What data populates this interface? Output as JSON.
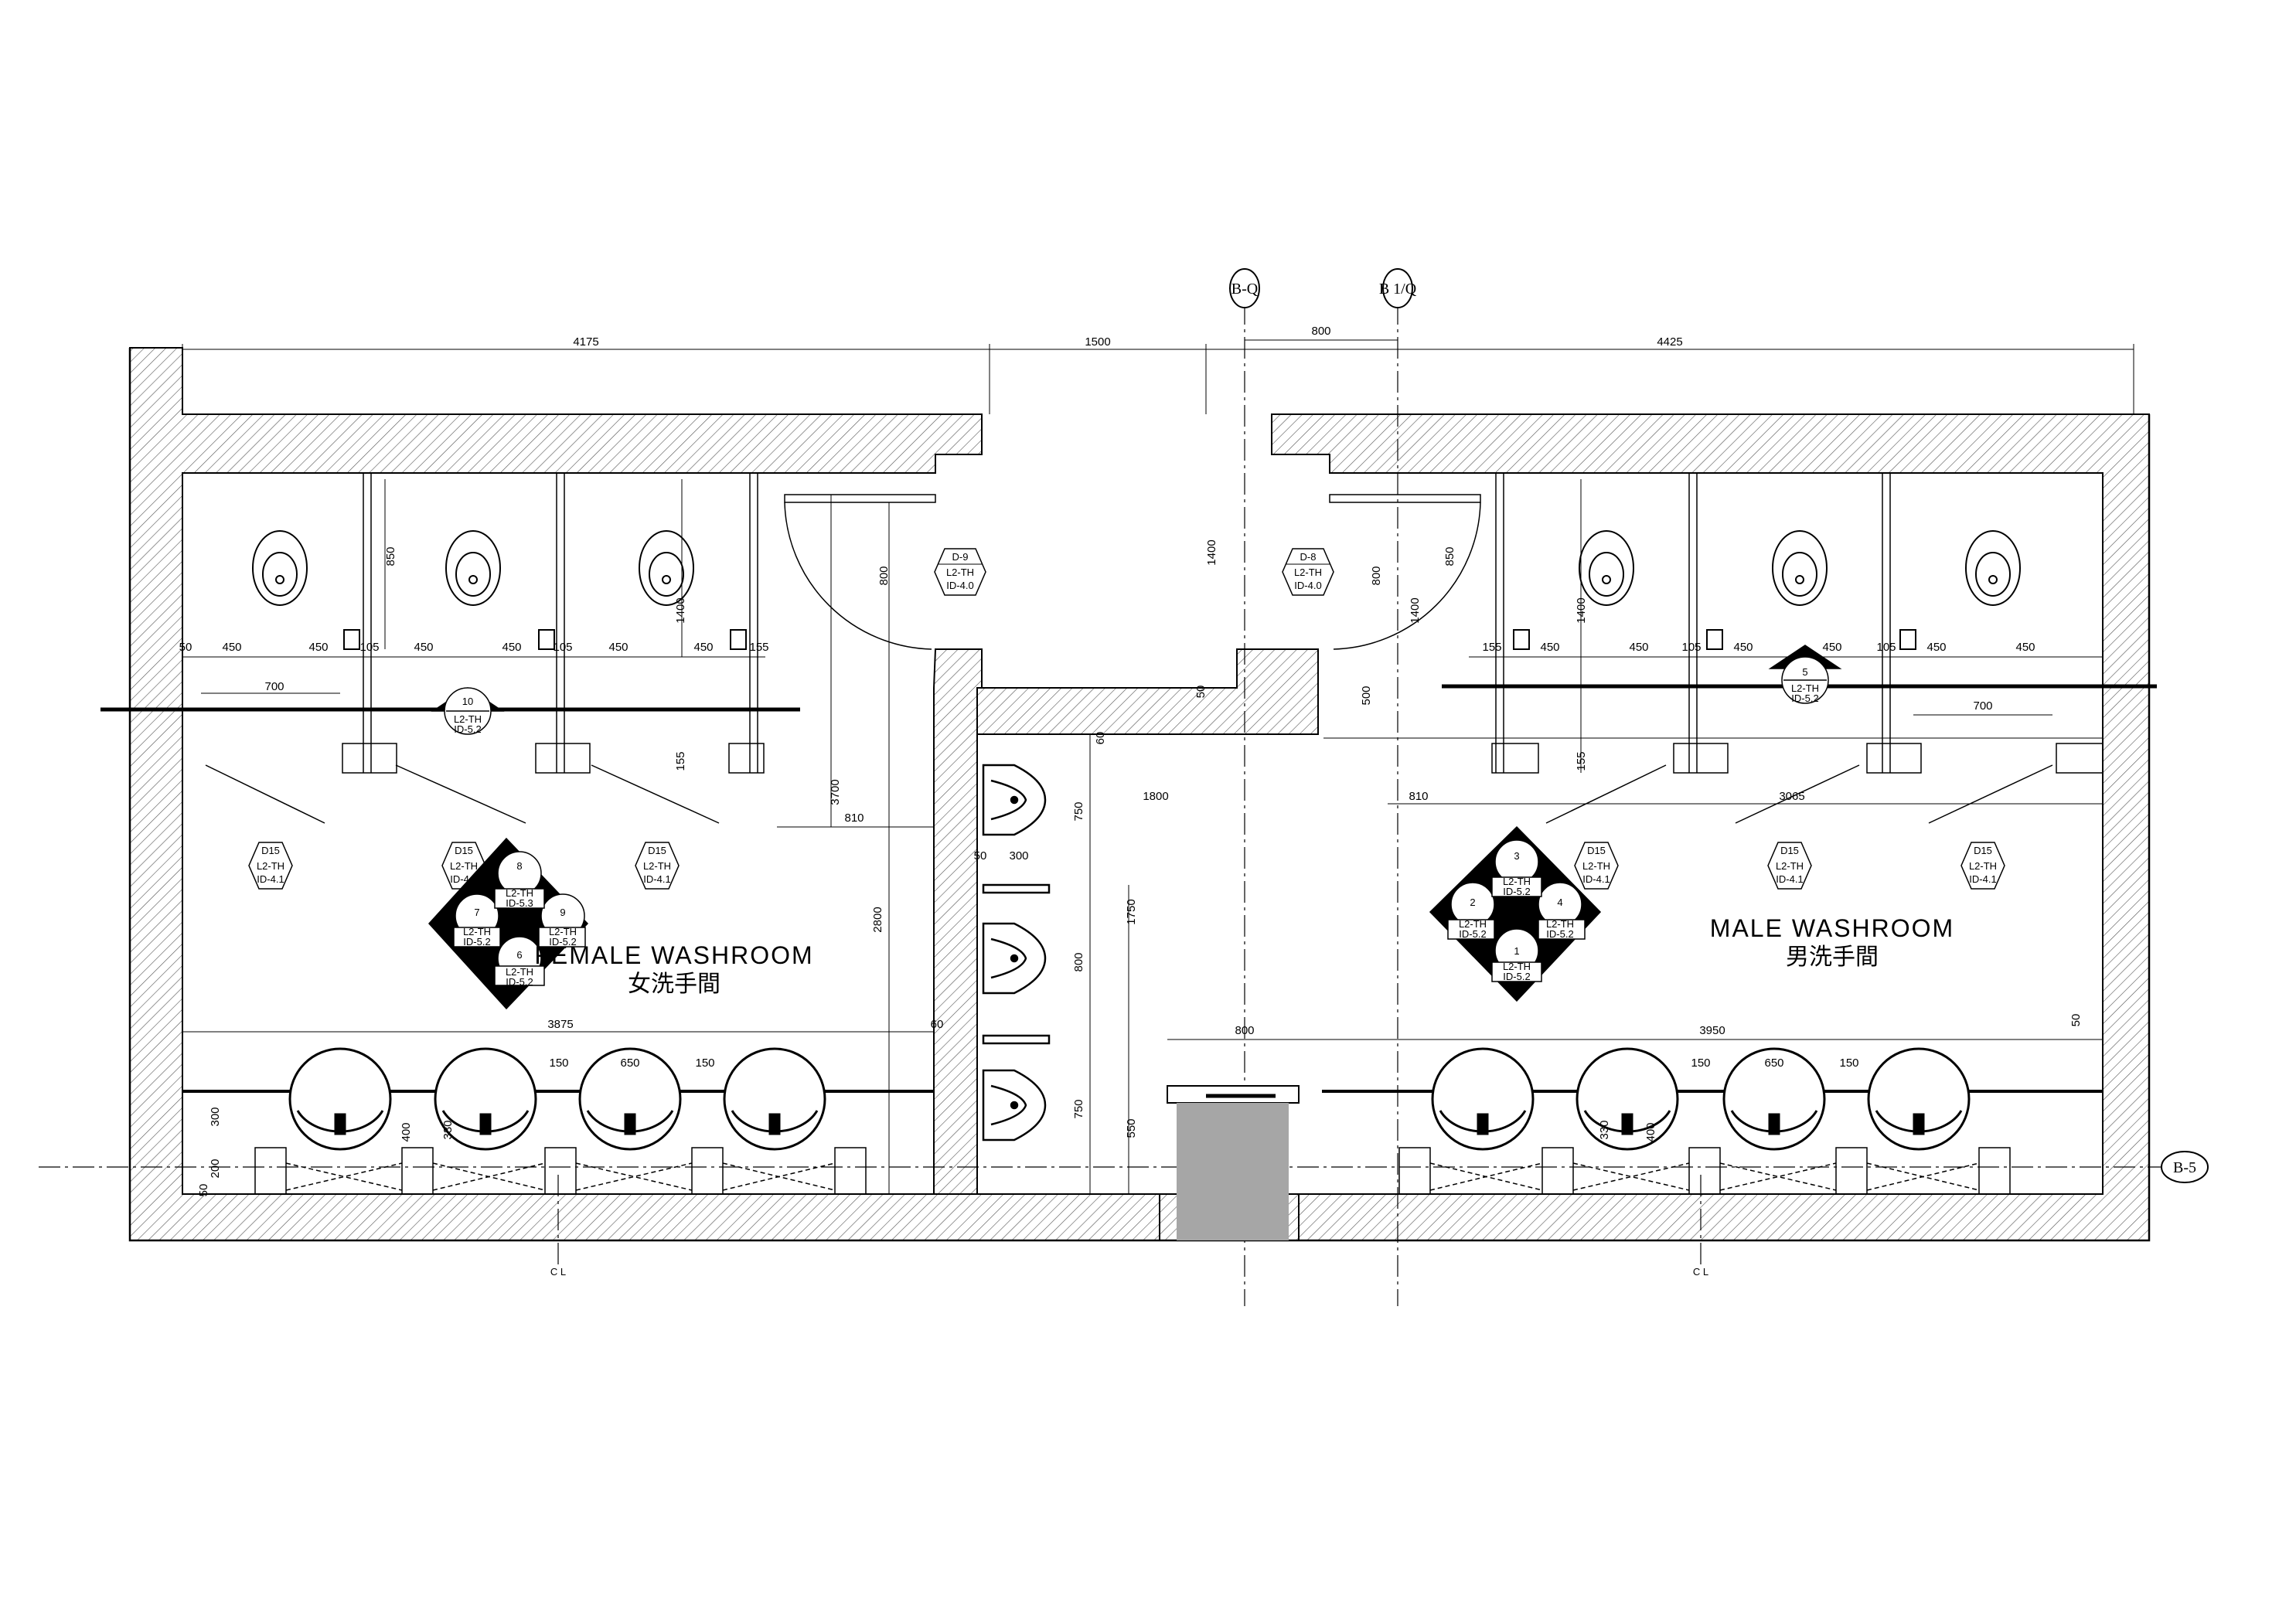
{
  "rooms": {
    "female_en": "FEMALE WASHROOM",
    "female_cn": "女洗手間",
    "male_en": "MALE WASHROOM",
    "male_cn": "男洗手間"
  },
  "grid": {
    "bq": "B-Q",
    "b1q": "B 1/Q",
    "b5": "B-5",
    "cl": "C\nL"
  },
  "dims": {
    "top_left": "4175",
    "top_mid": "1500",
    "top_right": "4425",
    "grid_gap": "800",
    "d50a": "50",
    "d450": "450",
    "d105": "105",
    "d155": "155",
    "d700": "700",
    "d850": "850",
    "d1400": "1400",
    "d800": "800",
    "d3700": "3700",
    "d2800": "2800",
    "d810": "810",
    "d1800": "1800",
    "d3065": "3065",
    "d500": "500",
    "d300": "300",
    "d750": "750",
    "d1750": "1750",
    "d550": "550",
    "d3875": "3875",
    "d3950": "3950",
    "d150": "150",
    "d650": "650",
    "d200": "200",
    "d400": "400",
    "d330": "330",
    "d60": "60"
  },
  "tags": {
    "d9": "D-9",
    "d8": "D-8",
    "l2th": "L2-TH",
    "id40": "ID-4.0",
    "d15": "D15",
    "id41": "ID-4.1",
    "id52": "ID-5.2",
    "id53": "ID-5.3",
    "n1": "1",
    "n2": "2",
    "n3": "3",
    "n4": "4",
    "n5": "5",
    "n6": "6",
    "n7": "7",
    "n8": "8",
    "n9": "9",
    "n10": "10"
  },
  "colors": {
    "line": "#000000",
    "hatch": "#555555",
    "duct_fill": "#a6a6a6"
  }
}
